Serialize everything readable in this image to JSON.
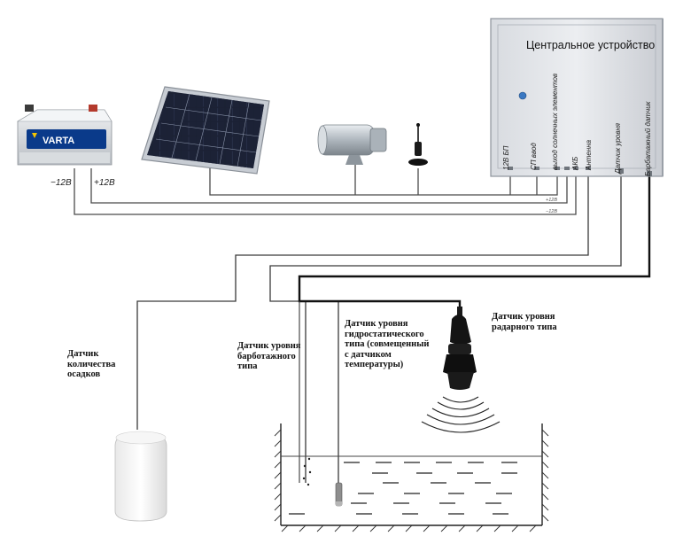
{
  "central_unit": {
    "title": "Центральное устройство",
    "ports": [
      "12В БП",
      "СП ввод",
      "выход солнечных элементов",
      "АКБ",
      "Антенна",
      "Датчик уровня",
      "Барбатажный датчик"
    ]
  },
  "battery": {
    "brand": "VARTA",
    "minus_label": "−12В",
    "plus_label": "+12В"
  },
  "wire_tags": [
    "+12В",
    "−12В"
  ],
  "sensors": {
    "precipitation": "Датчик\nколичества\nосадков",
    "bubbler": "Датчик уровня\nбарботажного\nтипа",
    "hydrostatic": "Датчик уровня\nгидростатического\nтипа (совмещенный\nс датчиком\nтемпературы)",
    "radar": "Датчик уровня\nрадарного типа"
  },
  "colors": {
    "wire_thin": "#4a4a4a",
    "wire_thick": "#111111",
    "cabinet": "#e4e6e9",
    "panel_cell": "#1a2033",
    "camera_body": "#c3c9cf"
  }
}
